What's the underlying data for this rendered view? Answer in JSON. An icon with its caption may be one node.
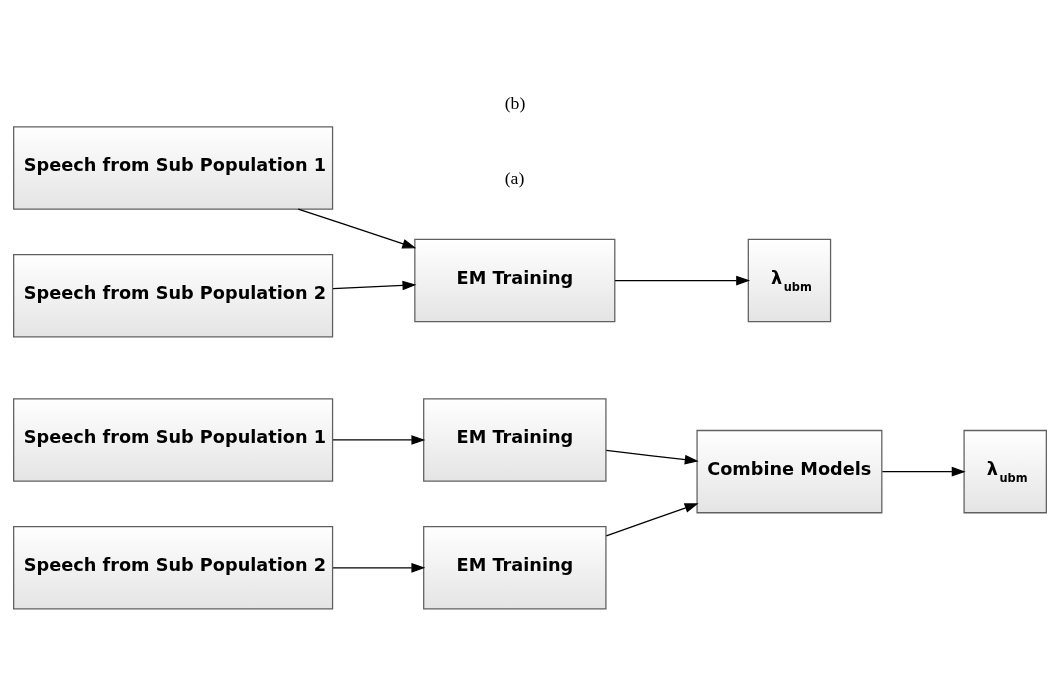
{
  "diagram": {
    "nodes": [
      {
        "text": [
          "Speech from Sub Population 1"
        ]
      },
      {
        "text": [
          "Speech from Sub Population 2"
        ]
      },
      {
        "text": [
          "EM Training"
        ]
      },
      {
        "text": [
          "λ$_{ubm}$"
        ]
      },
      {
        "text": [
          "Speech from Sub Population 1"
        ]
      },
      {
        "text": [
          "Speech from Sub Population 2"
        ]
      },
      {
        "text": [
          "EM Training"
        ]
      },
      {
        "text": [
          "EM Training"
        ]
      },
      {
        "text": [
          "Combine Models"
        ]
      },
      {
        "text": [
          "λ$_{ubm}$"
        ]
      }
    ],
    "edges": [
      {
        "from": 0,
        "to": 2,
        "arrow": "to"
      },
      {
        "from": 1,
        "to": 2,
        "arrow": "to"
      },
      {
        "from": 2,
        "to": 3,
        "arrow": "to"
      },
      {
        "from": 4,
        "to": 6,
        "arrow": "to"
      },
      {
        "from": 5,
        "to": 7,
        "arrow": "to"
      },
      {
        "from": 6,
        "to": 8,
        "arrow": "to"
      },
      {
        "from": 7,
        "to": 8,
        "arrow": "to"
      },
      {
        "from": 8,
        "to": 9,
        "arrow": "to"
      }
    ],
    "labels": [
      "(a)",
      "(b)"
    ]
  }
}
